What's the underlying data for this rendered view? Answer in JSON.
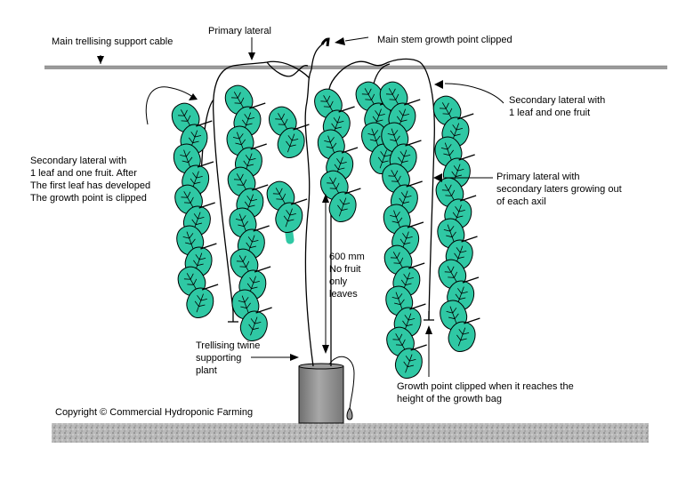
{
  "labels": {
    "main_cable": "Main trellising support cable",
    "primary_lateral": "Primary lateral",
    "main_stem_clipped": "Main stem growth point clipped",
    "secondary_right": [
      "Secondary lateral with",
      "1 leaf and one fruit"
    ],
    "secondary_left": [
      "Secondary lateral with",
      "1 leaf and one fruit. After",
      "The first leaf has developed",
      "The growth point is clipped"
    ],
    "primary_right": [
      "Primary lateral with",
      "secondary laters growing out",
      "of each axil"
    ],
    "no_fruit": [
      "600 mm",
      "No fruit",
      "only",
      "leaves"
    ],
    "twine": [
      "Trellising twine",
      "supporting",
      "plant"
    ],
    "growth_clipped": [
      "Growth point clipped when it reaches the",
      "height of the growth bag"
    ],
    "copyright": "Copyright © Commercial Hydroponic Farming"
  },
  "colors": {
    "leaf": "#2fc8a4",
    "bag": "#8c8c8c",
    "ground": "#b4b4b4",
    "cable": "#9a9a9a",
    "line": "#000000"
  }
}
